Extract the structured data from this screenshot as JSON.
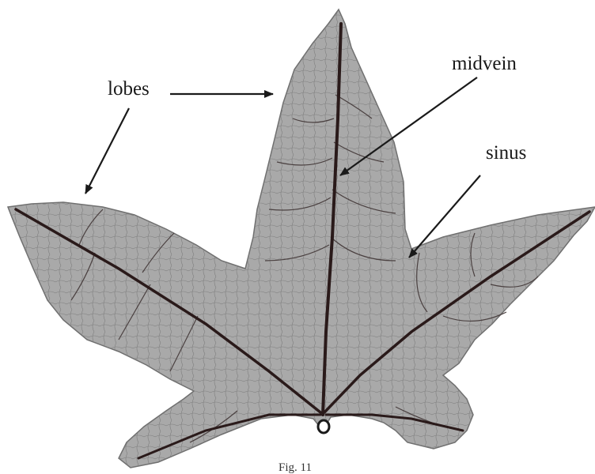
{
  "figure": {
    "labels": {
      "lobes": "lobes",
      "midvein": "midvein",
      "sinus": "sinus"
    },
    "caption": "Fig. 11"
  },
  "colors": {
    "leaf_fill": "#a9a9a9",
    "leaf_edge": "#6f6f6f",
    "vein": "#2a1a1a",
    "minor_vein": "#5a5a5a",
    "arrow": "#1a1a1a"
  }
}
